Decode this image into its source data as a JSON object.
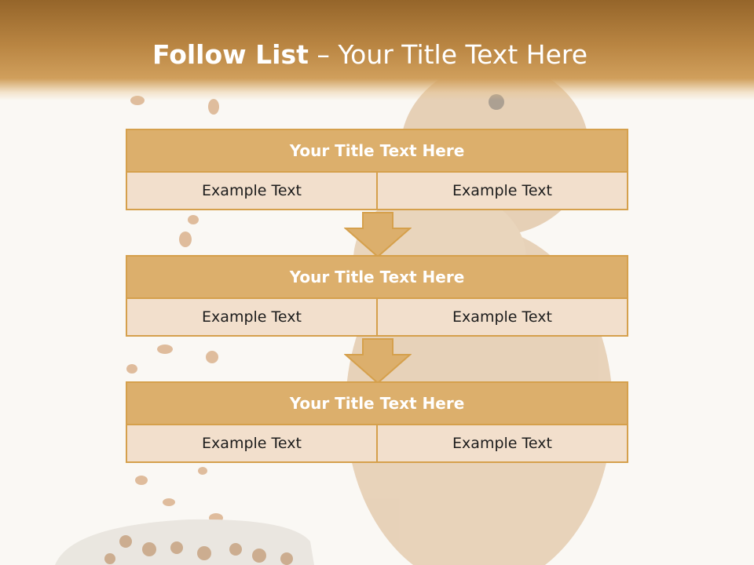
{
  "slide": {
    "title_bold": "Follow List",
    "title_rest": " – Your Title Text Here"
  },
  "blocks": [
    {
      "title": "Your Title Text Here",
      "left": "Example Text",
      "right": "Example Text"
    },
    {
      "title": "Your Title Text Here",
      "left": "Example Text",
      "right": "Example Text"
    },
    {
      "title": "Your Title Text Here",
      "left": "Example Text",
      "right": "Example Text"
    }
  ],
  "colors": {
    "header": "#b98542",
    "block_title_bg": "#dcaf6c",
    "block_cell_bg": "#f2dfcc",
    "border": "#d5a04c"
  }
}
